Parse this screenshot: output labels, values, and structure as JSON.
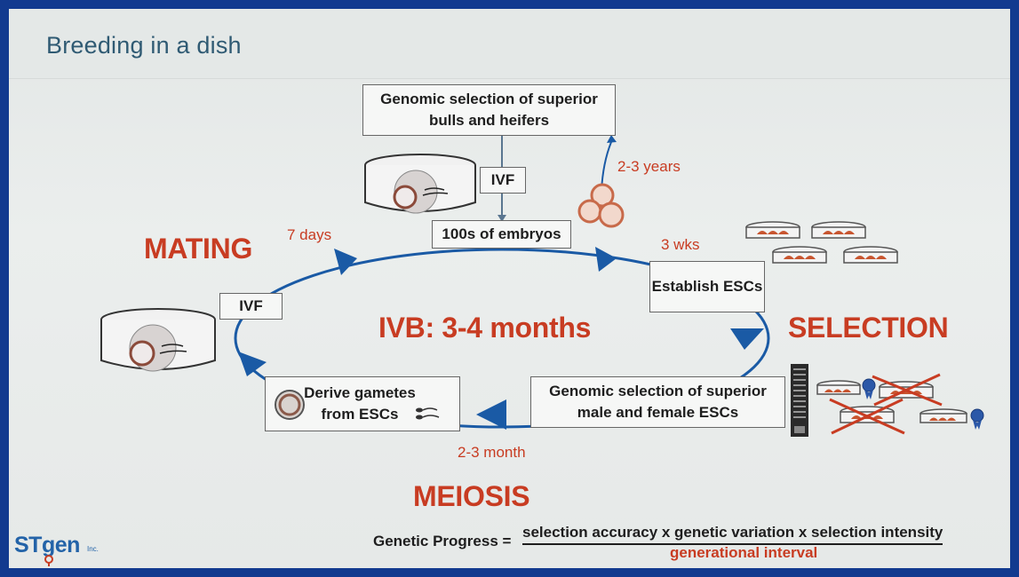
{
  "slide_title": "Breeding in a dish",
  "boxes": {
    "genomic_top": "Genomic selection of superior bulls and heifers",
    "ivf_top": "IVF",
    "embryos": "100s of embryos",
    "establish": "Establish ESCs",
    "ivf_left": "IVF",
    "derive": "Derive gametes from ESCs",
    "genomic_bottom": "Genomic selection of superior male and female ESCs"
  },
  "labels": {
    "mating": "MATING",
    "selection": "SELECTION",
    "meiosis": "MEIOSIS",
    "ivb": "IVB: 3-4 months",
    "seven_days": "7 days",
    "two_three_years": "2-3 years",
    "three_wks": "3 wks",
    "two_three_month": "2-3 month"
  },
  "formula": {
    "lhs": "Genetic Progress =",
    "numerator": "selection accuracy x genetic variation x selection intensity",
    "denominator": "generational interval"
  },
  "logo": {
    "text": "STgen",
    "suffix": "Inc."
  },
  "colors": {
    "accent_red": "#c83c22",
    "cycle_blue": "#1a5aa5",
    "title_blue": "#2f5a73",
    "frame_blue": "#123a8f"
  }
}
